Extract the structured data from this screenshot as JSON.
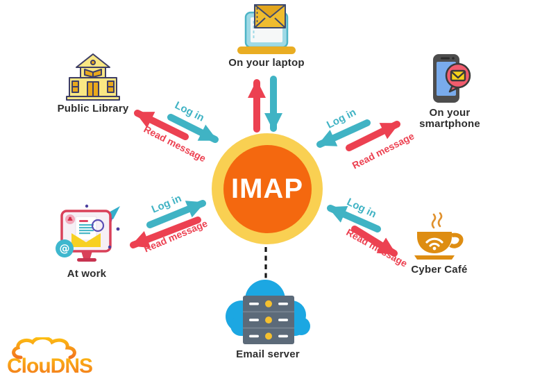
{
  "hub": {
    "label": "IMAP"
  },
  "nodes": {
    "laptop": {
      "label": "On your laptop",
      "icon": "laptop-email-icon"
    },
    "smartphone": {
      "label_line1": "On your",
      "label_line2": "smartphone",
      "icon": "smartphone-email-icon"
    },
    "library": {
      "label": "Public Library",
      "icon": "library-building-icon"
    },
    "work": {
      "label": "At work",
      "icon": "work-computer-icon"
    },
    "cafe": {
      "label": "Cyber Café",
      "icon": "coffee-wifi-icon"
    },
    "server": {
      "label": "Email server",
      "icon": "cloud-server-icon"
    }
  },
  "connections": {
    "login_label": "Log in",
    "read_label": "Read message"
  },
  "logo": {
    "text": "ClouDNS"
  },
  "colors": {
    "teal_arrow": "#40B3C4",
    "red_arrow": "#EC4151",
    "hub_ring": "#F9D052",
    "hub_center": "#F4680F",
    "cloud_blue": "#1CA7E2",
    "server_gray": "#5C6A79",
    "logo_orange": "#F2741E"
  }
}
